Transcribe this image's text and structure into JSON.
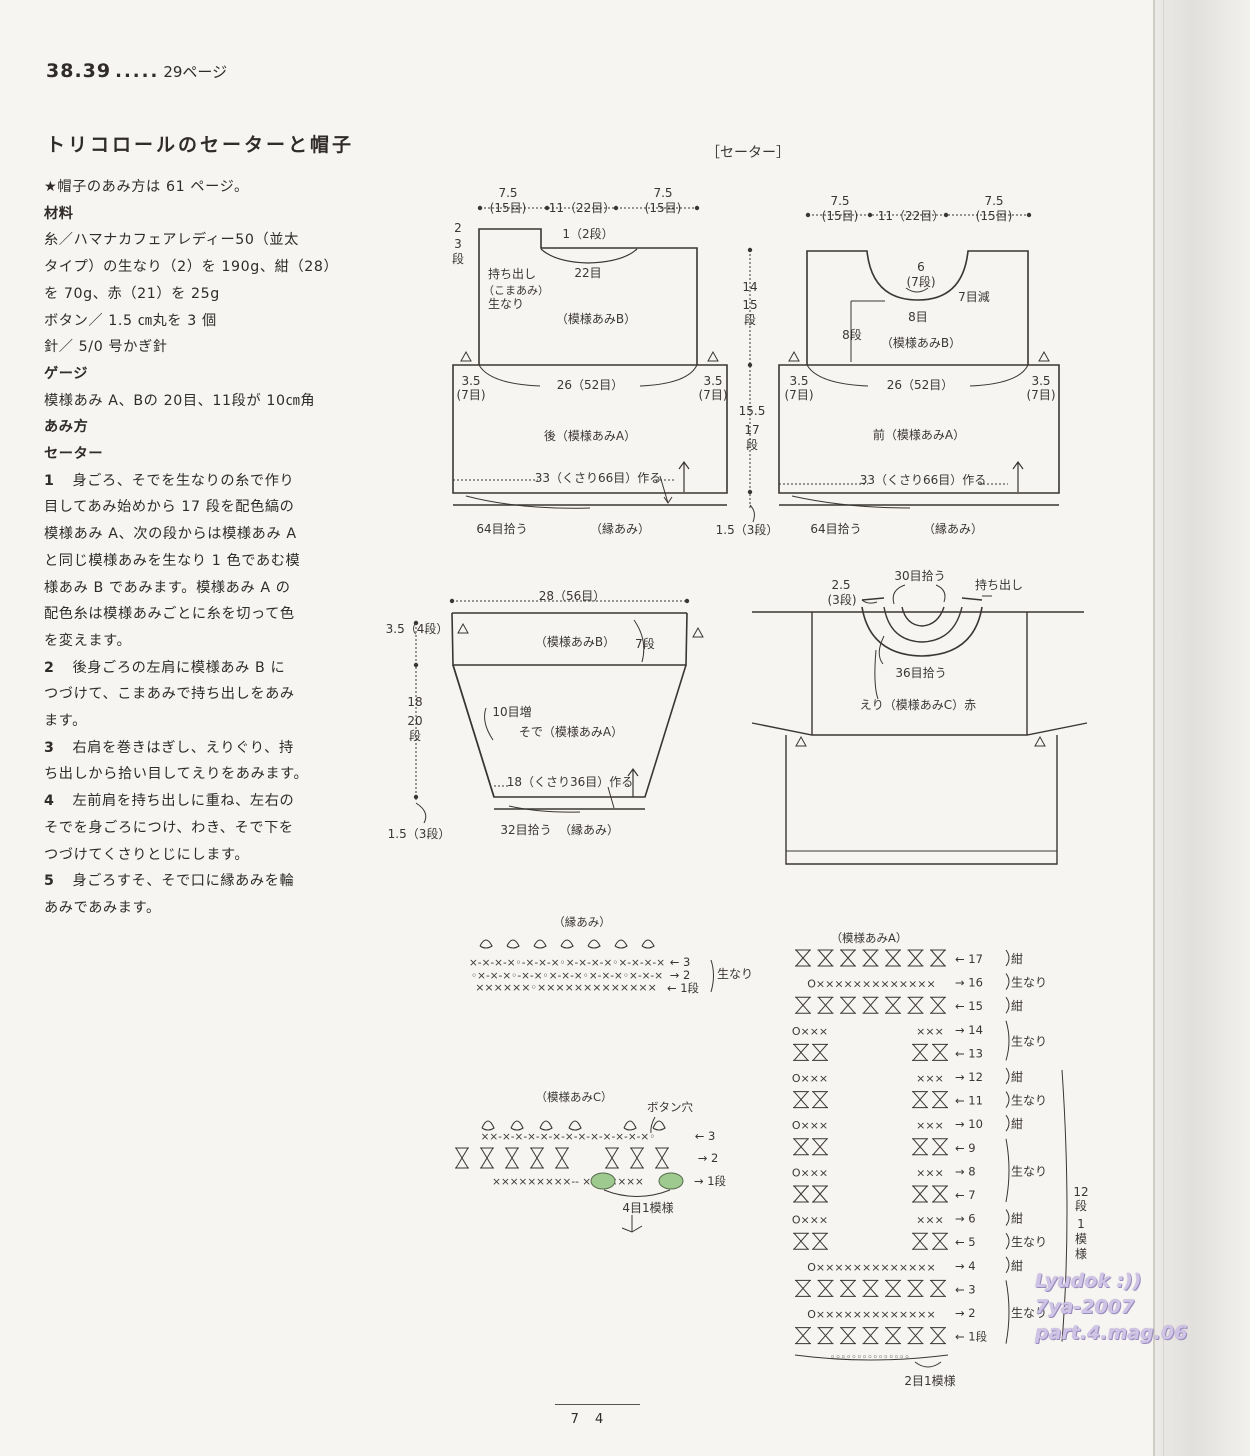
{
  "header": {
    "number": "38.39",
    "dots": ".....",
    "page_ref": "29ページ"
  },
  "title": "トリコロールのセーターと帽子",
  "instructions": [
    {
      "t": "★帽子のあみ方は 61 ページ。"
    },
    {
      "t": "材料",
      "b": true
    },
    {
      "t": "糸／ハマナカフェアレディー50（並太"
    },
    {
      "t": "タイプ）の生なり（2）を 190g、紺（28）"
    },
    {
      "t": "を 70g、赤（21）を 25g"
    },
    {
      "t": "ボタン／ 1.5 ㎝丸を 3 個"
    },
    {
      "t": "針／ 5/0 号かぎ針"
    },
    {
      "t": "ゲージ",
      "b": true
    },
    {
      "t": "模様あみ A、Bの 20目、11段が 10㎝角"
    },
    {
      "t": "あみ方",
      "b": true
    },
    {
      "t": "セーター",
      "b": true
    },
    {
      "n": "1",
      "t": "身ごろ、そでを生なりの糸で作り"
    },
    {
      "t": "目してあみ始めから 17 段を配色縞の"
    },
    {
      "t": "模様あみ A、次の段からは模様あみ A"
    },
    {
      "t": "と同じ模様あみを生なり 1 色であむ模"
    },
    {
      "t": "様あみ B であみます。模様あみ A の"
    },
    {
      "t": "配色糸は模様あみごとに糸を切って色"
    },
    {
      "t": "を変えます。"
    },
    {
      "n": "2",
      "t": "後身ごろの左肩に模様あみ B に"
    },
    {
      "t": "つづけて、こまあみで持ち出しをあみ"
    },
    {
      "t": "ます。"
    },
    {
      "n": "3",
      "t": "右肩を巻きはぎし、えりぐり、持"
    },
    {
      "t": "ち出しから拾い目してえりをあみます。"
    },
    {
      "n": "4",
      "t": "左前肩を持ち出しに重ね、左右の"
    },
    {
      "t": "そでを身ごろにつけ、わき、そで下を"
    },
    {
      "t": "つづけてくさりとじにします。"
    },
    {
      "n": "5",
      "t": "身ごろすそ、そで口に縁あみを輪"
    },
    {
      "t": "あみであみます。"
    }
  ],
  "diagram": {
    "sweater_title": "［セーター］",
    "back": {
      "top_dims": [
        "7.5",
        "(15目)",
        "11（22目）",
        "7.5",
        "(15目)"
      ],
      "tab_w": "2",
      "tab_rows": [
        "3",
        "段"
      ],
      "neck": "1（2段）",
      "neck_sts": "22目",
      "tab_label": [
        "持ち出し",
        "（こまあみ）",
        "生なり"
      ],
      "yoke": "（模様あみB）",
      "armhole_l": [
        "3.5",
        "(7目)"
      ],
      "armhole_r": [
        "3.5",
        "(7目)"
      ],
      "width": "26（52目）",
      "body": "後（模様あみA）",
      "chain": "33（くさり66目）作る",
      "pickup": "64目拾う",
      "edge": "（縁あみ）"
    },
    "middle_dims": {
      "yoke_h": [
        "14",
        "15",
        "段"
      ],
      "body_h": [
        "15.5",
        "17",
        "段"
      ],
      "edge_h": "1.5（3段）"
    },
    "front": {
      "top_dims": [
        "7.5",
        "(15目)",
        "11（22目）",
        "7.5",
        "(15目)"
      ],
      "neck_h": [
        "6",
        "(7段)"
      ],
      "dec": "7目減",
      "center": "8目",
      "rows": "8段",
      "yoke": "（模様あみB）",
      "armhole_l": [
        "3.5",
        "(7目)"
      ],
      "armhole_r": [
        "3.5",
        "(7目)"
      ],
      "width": "26（52目）",
      "body": "前（模様あみA）",
      "chain": "33（くさり66目）作る",
      "pickup": "64目拾う",
      "edge": "（縁あみ）"
    },
    "sleeve": {
      "width": "28（56目）",
      "top_h": "3.5（4段）",
      "yoke": "（模様あみB）",
      "yoke_rows": "7段",
      "len": [
        "18",
        "20",
        "段"
      ],
      "inc": "10目増",
      "body": "そで（模様あみA）",
      "chain": "18（くさり36目）作る",
      "edge_h": "1.5（3段）",
      "pickup": "32目拾う",
      "edge": "（縁あみ）"
    },
    "collar": {
      "pickup_top": "30目拾う",
      "tab": "持ち出し",
      "height": [
        "2.5",
        "(3段)"
      ],
      "pickup_bottom": "36目拾う",
      "label": "えり（模様あみC）赤"
    },
    "edge_chart": {
      "title": "（縁あみ）",
      "rows": [
        "3",
        "2",
        "1段"
      ],
      "color": "生なり"
    },
    "chart_a": {
      "title": "（模様あみA）",
      "rows": [
        "17",
        "16",
        "15",
        "14",
        "13",
        "12",
        "11",
        "10",
        "9",
        "8",
        "7",
        "6",
        "5",
        "4",
        "3",
        "2",
        "1段"
      ],
      "colors": [
        "紺",
        "生なり",
        "紺",
        "生なり",
        "紺",
        "生なり",
        "紺",
        "生なり",
        "紺",
        "生なり",
        "紺",
        "生なり"
      ],
      "repeat_v": [
        "12",
        "段",
        "1",
        "模",
        "様"
      ],
      "repeat_h": "2目1模様"
    },
    "chart_c": {
      "title": "（模様あみC）",
      "buttonhole": "ボタン穴",
      "rows": [
        "3",
        "2",
        "1段"
      ],
      "repeat": "4目1模様"
    }
  },
  "page_number": "7 4",
  "watermark": [
    "Lyudok :))",
    "7ya-2007",
    "part.4.mag.06"
  ]
}
